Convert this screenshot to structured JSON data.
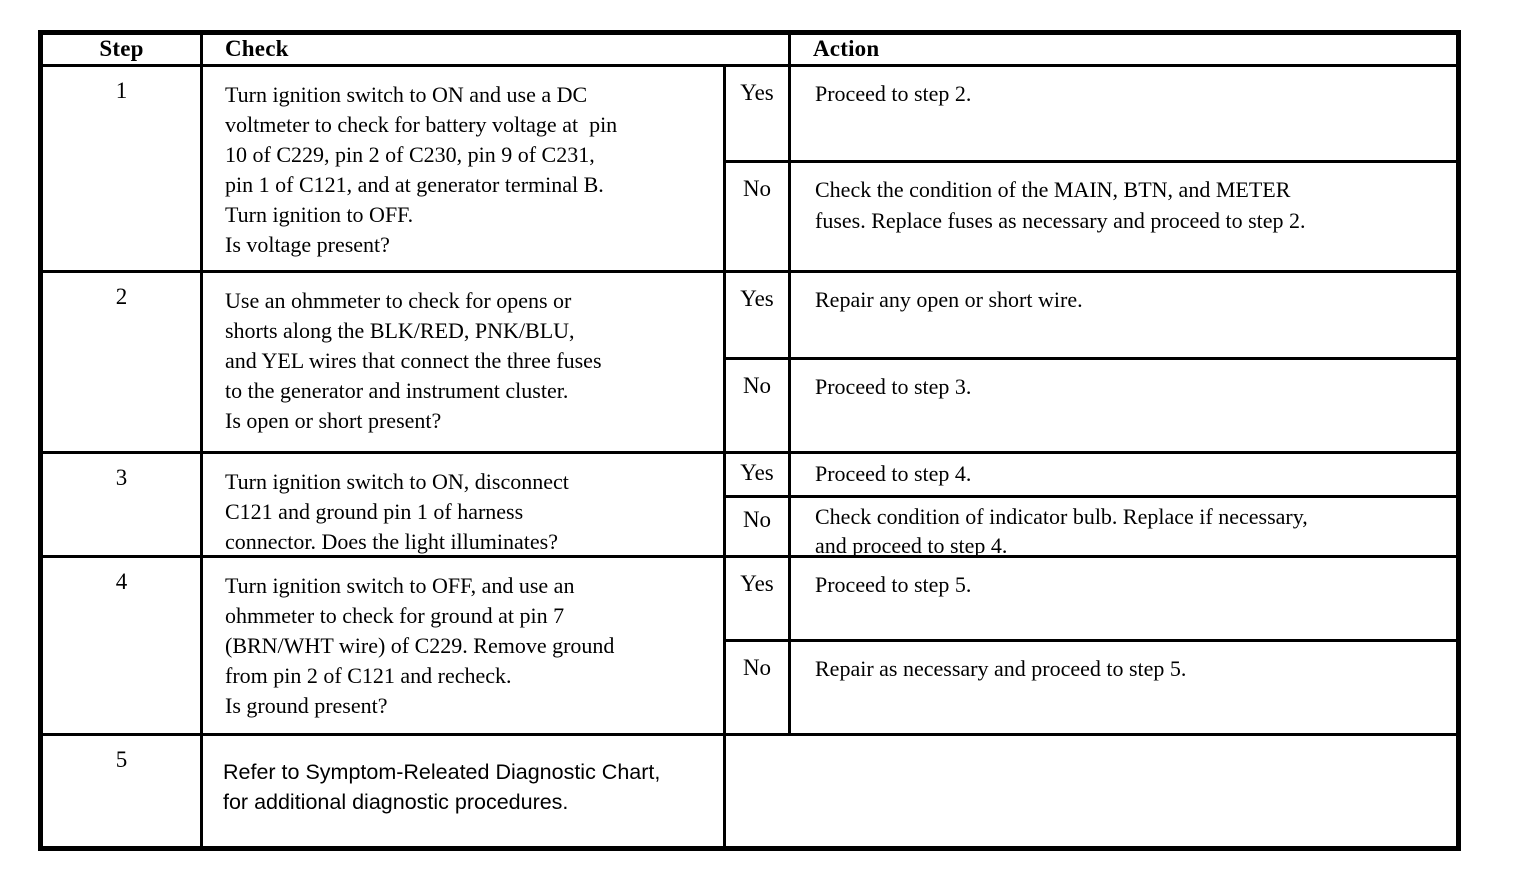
{
  "header": {
    "step": "Step",
    "check": "Check",
    "action": "Action"
  },
  "rows": [
    {
      "step": "1",
      "check": "Turn ignition switch to ON and use a DC\nvoltmeter to check for battery voltage at  pin\n10 of C229, pin 2 of C230, pin 9 of C231,\npin 1 of C121, and at generator terminal B.\nTurn ignition to OFF.\nIs voltage present?",
      "yes_label": "Yes",
      "yes_action": "Proceed to step 2.",
      "no_label": "No",
      "no_action": "Check the condition of the MAIN, BTN, and METER\nfuses. Replace fuses as necessary and proceed to step 2."
    },
    {
      "step": "2",
      "check": "Use an ohmmeter to check for opens or\nshorts along the BLK/RED, PNK/BLU,\nand YEL wires that connect the three fuses\nto the generator and instrument cluster.\nIs open or short present?",
      "yes_label": "Yes",
      "yes_action": "Repair any open or short wire.",
      "no_label": "No",
      "no_action": "Proceed to step 3."
    },
    {
      "step": "3",
      "check": "Turn ignition switch to ON, disconnect\nC121 and ground pin 1 of harness\nconnector. Does the light illuminates?",
      "yes_label": "Yes",
      "yes_action": "Proceed to step 4.",
      "no_label": "No",
      "no_action": "Check condition of indicator bulb. Replace if necessary,\nand proceed to step 4."
    },
    {
      "step": "4",
      "check": "Turn ignition switch to OFF, and use an\nohmmeter to check for ground at pin 7\n(BRN/WHT wire) of C229. Remove ground\nfrom pin 2 of C121 and recheck.\nIs ground present?",
      "yes_label": "Yes",
      "yes_action": "Proceed to step 5.",
      "no_label": "No",
      "no_action": "Repair as necessary and proceed to step 5."
    },
    {
      "step": "5",
      "check": "Refer to Symptom-Releated Diagnostic Chart,\nfor additional diagnostic procedures.",
      "final_action": ""
    }
  ],
  "colors": {
    "ink": "#000000",
    "paper": "#ffffff"
  }
}
